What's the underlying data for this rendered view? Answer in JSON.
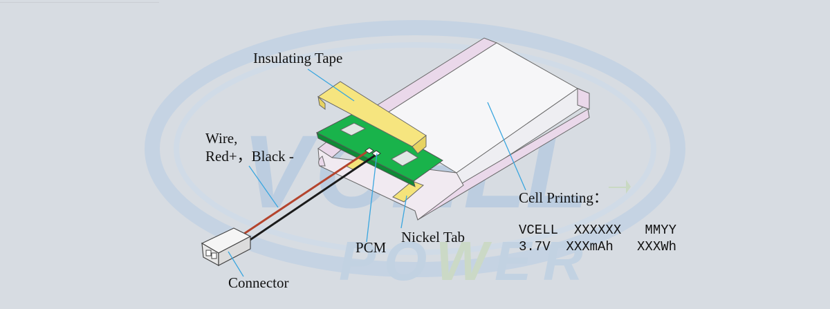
{
  "watermark": {
    "letters": [
      "V",
      "C",
      "E",
      "L",
      "L"
    ],
    "power": [
      "P",
      "O",
      "W",
      "E",
      "R"
    ],
    "colors": {
      "blue": "#b9cade",
      "green": "#c9d9c3"
    }
  },
  "labels": {
    "insulating_tape": "Insulating Tape",
    "wire_line1": "Wire,",
    "wire_line2": "Red+，Black -",
    "pcm": "PCM",
    "nickel_tab": "Nickel Tab",
    "connector": "Connector",
    "cell_printing": "Cell Printing："
  },
  "cell_printing_lines": {
    "line1": "VCELL  XXXXXX   MMYY",
    "line2": "3.7V  XXXmAh   XXXWh"
  },
  "colors": {
    "background": "#d7dce2",
    "cell_body": "#f4f4f6",
    "cell_side": "#ead8ea",
    "tape": "#f4e37a",
    "pcm_board": "#19b34b",
    "leader_line": "#3aa6df",
    "wire_red": "#b4442d",
    "wire_black": "#1b1b1b"
  }
}
